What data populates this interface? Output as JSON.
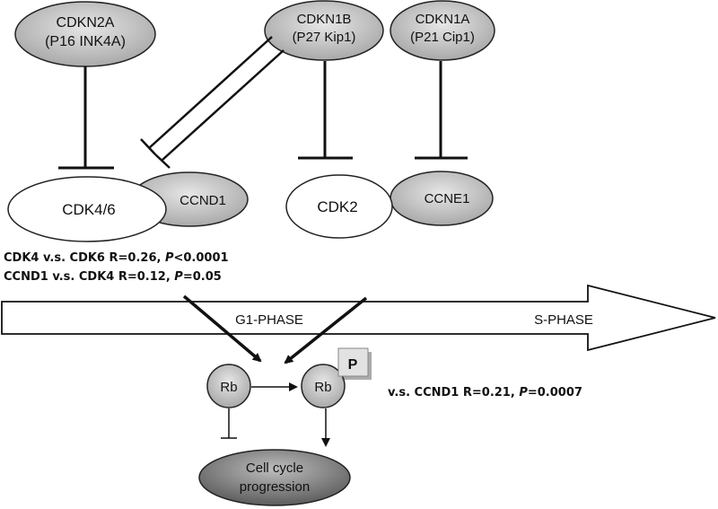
{
  "inhibitors": {
    "cdkn2a": {
      "name": "CDKN2A",
      "alias": "(P16 INK4A)"
    },
    "cdkn1b": {
      "name": "CDKN1B",
      "alias": "(P27 Kip1)"
    },
    "cdkn1a": {
      "name": "CDKN1A",
      "alias": "(P21 Cip1)"
    }
  },
  "complexes": {
    "cdk46": "CDK4/6",
    "ccnd1": "CCND1",
    "cdk2": "CDK2",
    "ccne1": "CCNE1"
  },
  "correlations": {
    "line1": {
      "lead": "CDK4 v.s. CDK6  R=0.26, ",
      "p": "P",
      "rest": "<0.0001"
    },
    "line2": {
      "lead": "CCND1 v.s. CDK4  R=0.12, ",
      "p": "P",
      "rest": "=0.05"
    },
    "rb": {
      "lead": "v.s. CCND1 R=0.21, ",
      "p": "P",
      "rest": "=0.0007"
    }
  },
  "phases": {
    "g1": "G1-PHASE",
    "s": "S-PHASE"
  },
  "rb": {
    "label": "Rb",
    "phospho_label": "Rb",
    "p_badge": "P"
  },
  "outcome": {
    "line1": "Cell cycle",
    "line2": "progression"
  },
  "colors": {
    "inhibitor_fill": "#b8b8b8",
    "cyclin_fill": "#bdbdbd",
    "outcome_fill": "#7f7f7f",
    "line": "#111111"
  }
}
